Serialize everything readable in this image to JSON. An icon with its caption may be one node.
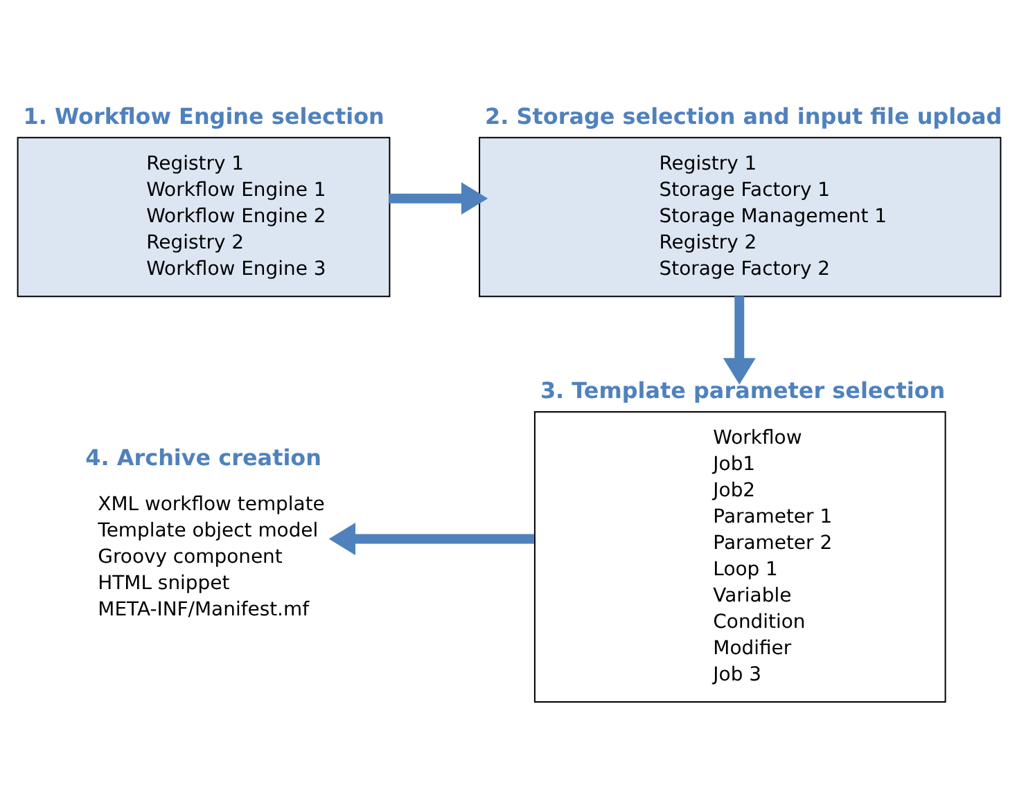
{
  "diagram": {
    "nodes": [
      {
        "text": [
          "1. Workflow Engine selection",
          "Registry 1",
          "Workflow Engine 1",
          "Workflow Engine 2",
          "Registry 2",
          "Workflow Engine 3"
        ]
      },
      {
        "text": [
          "2. Storage selection and input file upload",
          "Registry 1",
          "Storage Factory 1",
          "Storage Management 1",
          "Registry 2",
          "Storage Factory 2"
        ]
      },
      {
        "text": [
          "3. Template parameter selection",
          "Workflow",
          "Job1",
          "Job2",
          "Parameter 1",
          "Parameter 2",
          "Loop 1",
          "Variable",
          "Condition",
          "Modifier",
          "Job 3"
        ]
      },
      {
        "text": [
          "4. Archive creation",
          "XML workflow template",
          "Template object model",
          "Groovy component",
          "HTML snippet",
          "META-INF/Manifest.mf"
        ]
      }
    ],
    "edges": [
      {
        "from": 0,
        "to": 1,
        "arrow": "to"
      },
      {
        "from": 1,
        "to": 2,
        "arrow": "to"
      },
      {
        "from": 2,
        "to": 3,
        "arrow": "to"
      }
    ]
  }
}
